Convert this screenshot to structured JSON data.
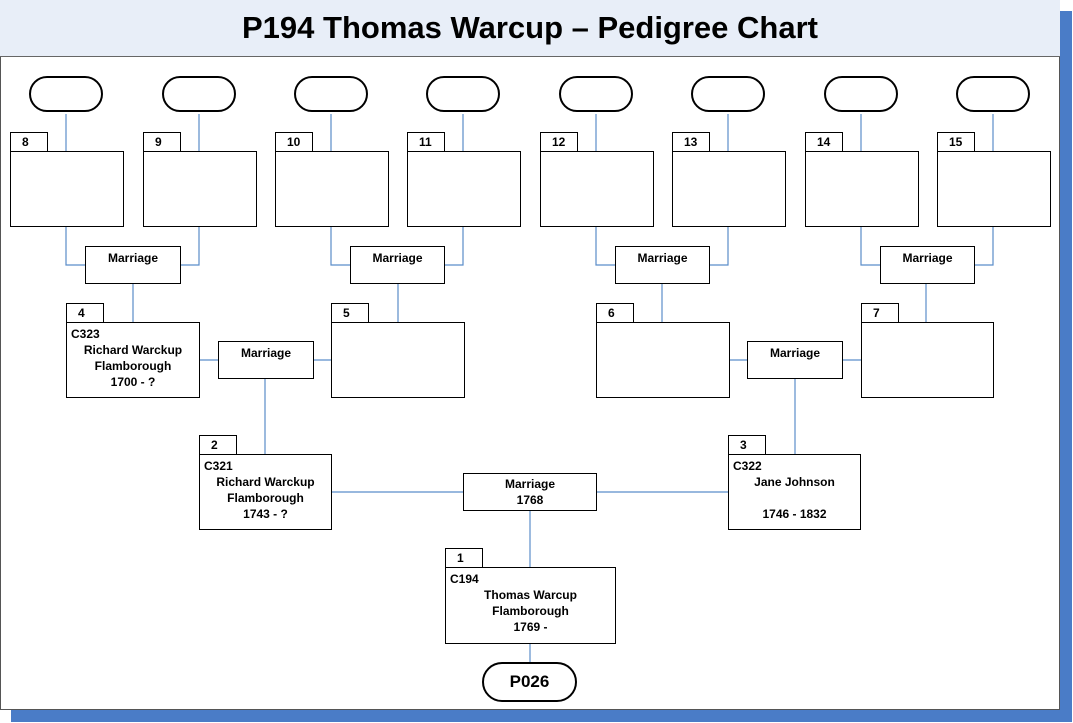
{
  "title": "P194 Thomas Warcup – Pedigree Chart",
  "reference": "P026",
  "colors": {
    "accent": "#4a7cc7",
    "title_bg": "#e8eef8",
    "connector": "#5b8dc9"
  },
  "marriages": [
    {
      "label": "Marriage"
    },
    {
      "label": "Marriage"
    },
    {
      "label": "Marriage"
    },
    {
      "label": "Marriage"
    },
    {
      "label": "Marriage"
    },
    {
      "label": "Marriage"
    },
    {
      "label": "Marriage",
      "year": "1768"
    }
  ],
  "people": [
    {
      "number": "1",
      "id": "C194",
      "details": "Thomas Warcup\nFlamborough\n1769 -"
    },
    {
      "number": "2",
      "id": "C321",
      "details": "Richard Warckup\nFlamborough\n1743 - ?"
    },
    {
      "number": "3",
      "id": "C322",
      "details": "Jane Johnson\n\n1746 - 1832"
    },
    {
      "number": "4",
      "id": "C323",
      "details": "Richard Warckup\nFlamborough\n1700 - ?"
    },
    {
      "number": "5"
    },
    {
      "number": "6"
    },
    {
      "number": "7"
    },
    {
      "number": "8"
    },
    {
      "number": "9"
    },
    {
      "number": "10"
    },
    {
      "number": "11"
    },
    {
      "number": "12"
    },
    {
      "number": "13"
    },
    {
      "number": "14"
    },
    {
      "number": "15"
    }
  ]
}
